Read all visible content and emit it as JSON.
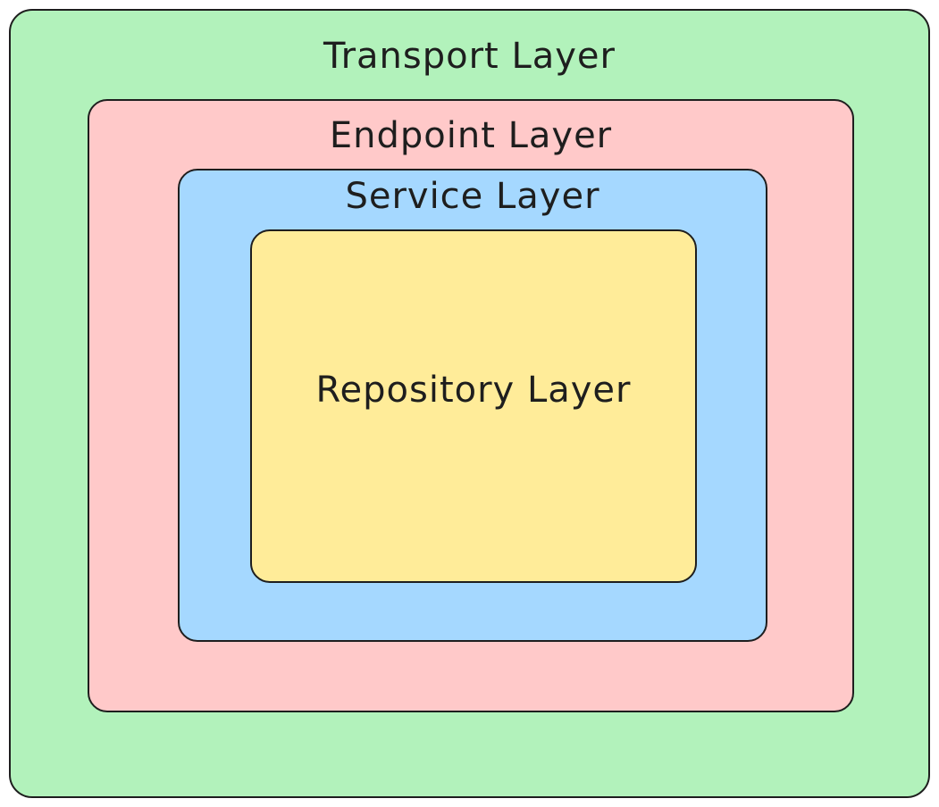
{
  "layers": {
    "transport": {
      "label": "Transport Layer",
      "color": "#b2f2bb"
    },
    "endpoint": {
      "label": "Endpoint Layer",
      "color": "#ffc9c9"
    },
    "service": {
      "label": "Service Layer",
      "color": "#a5d8ff"
    },
    "repository": {
      "label": "Repository Layer",
      "color": "#ffec99"
    }
  }
}
